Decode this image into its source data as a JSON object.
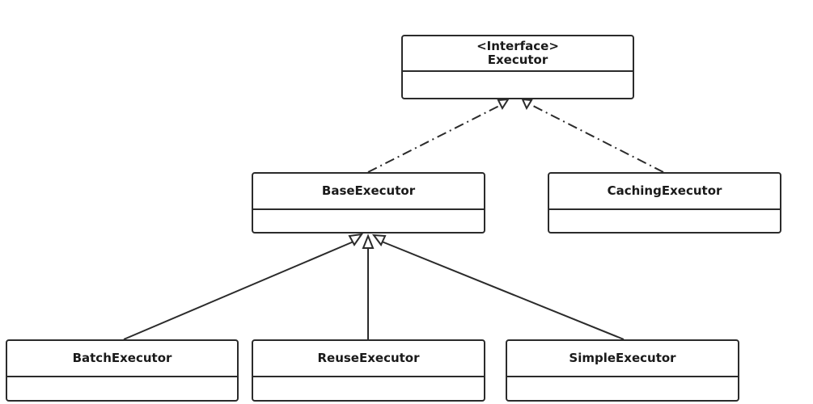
{
  "interface": {
    "stereotype": "<Interface>",
    "name": "Executor"
  },
  "classes": {
    "base": "BaseExecutor",
    "caching": "CachingExecutor",
    "batch": "BatchExecutor",
    "reuse": "ReuseExecutor",
    "simple": "SimpleExecutor"
  },
  "colors": {
    "line": "#2b2b2b",
    "background": "#ffffff"
  }
}
